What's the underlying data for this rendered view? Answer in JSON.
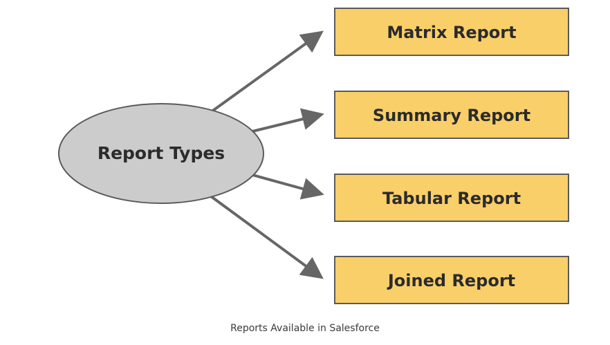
{
  "diagram": {
    "center": {
      "label": "Report Types"
    },
    "boxes": [
      {
        "label": "Matrix Report"
      },
      {
        "label": "Summary Report"
      },
      {
        "label": "Tabular Report"
      },
      {
        "label": "Joined Report"
      }
    ]
  },
  "caption": "Reports Available in Salesforce",
  "colors": {
    "box_fill": "#f9cf6a",
    "box_border": "#5a5a5a",
    "ellipse_fill": "#cccccc",
    "ellipse_border": "#5a5a5a",
    "arrow": "#666666"
  }
}
